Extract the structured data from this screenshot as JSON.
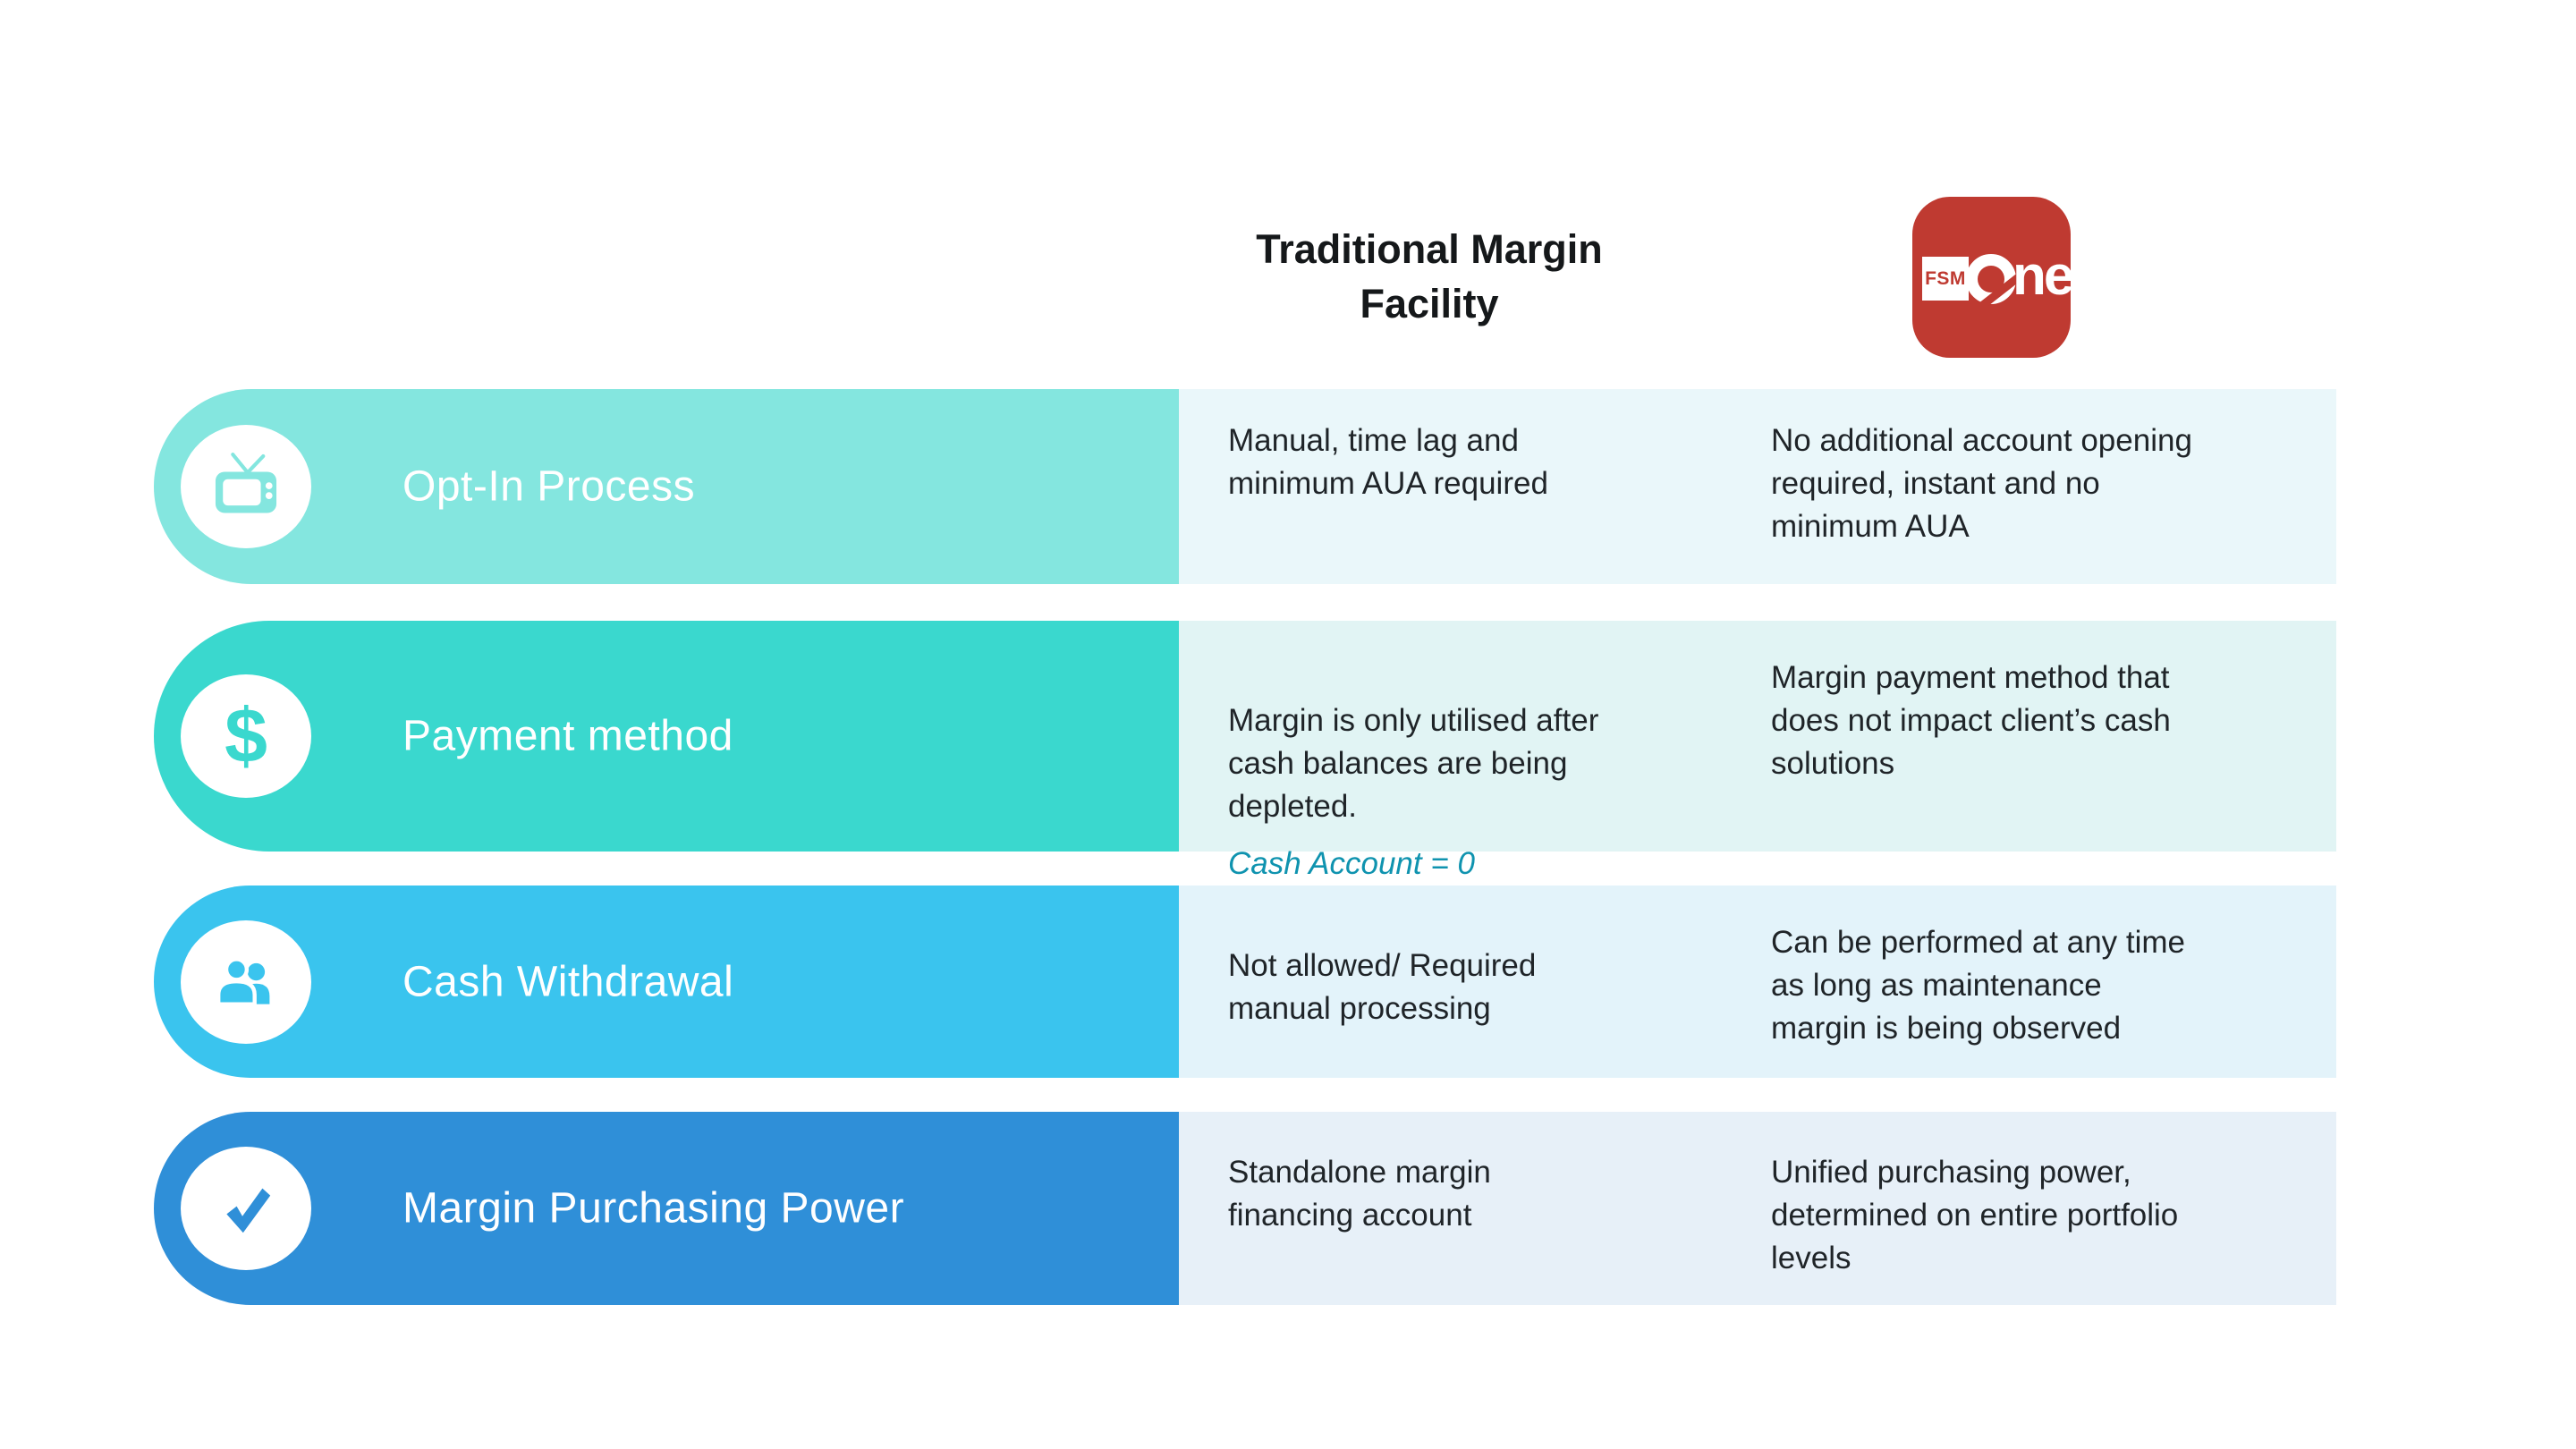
{
  "header": {
    "traditional_title": "Traditional Margin\nFacility",
    "logo": {
      "fsm": "FSM",
      "one": "ne"
    }
  },
  "colors": {
    "title_text": "#15181A",
    "body_text": "#1F2428",
    "label_text": "#FFFFFF",
    "note_accent": "#0F93AF",
    "logo_red": "#BF3A31",
    "page_background": "#FFFFFF"
  },
  "rows": [
    {
      "label": "Opt-In Process",
      "icon": "tv-icon",
      "bar_color": "#84E6DF",
      "panel_color": "#EAF7FA",
      "traditional": "Manual, time lag and\nminimum AUA required",
      "fsmone": "No additional account opening\nrequired, instant and no\nminimum AUA"
    },
    {
      "label": "Payment method",
      "icon": "dollar-icon",
      "bar_color": "#3AD8CE",
      "panel_color": "#E1F4F4",
      "traditional": "Margin is only utilised after\ncash balances are being\ndepleted.",
      "note": "Cash Account = 0",
      "fsmone": "Margin payment method that\ndoes not impact client’s cash\nsolutions"
    },
    {
      "label": "Cash Withdrawal",
      "icon": "people-icon",
      "bar_color": "#3AC4EE",
      "panel_color": "#E3F3FA",
      "traditional": "Not allowed/ Required\nmanual processing",
      "fsmone": "Can be performed at any time\nas long as maintenance\nmargin is being observed"
    },
    {
      "label": "Margin Purchasing Power",
      "icon": "check-icon",
      "bar_color": "#2F8FD8",
      "panel_color": "#E7F0F8",
      "traditional": "Standalone margin\nfinancing account",
      "fsmone": "Unified purchasing power,\ndetermined on entire portfolio\nlevels"
    }
  ]
}
